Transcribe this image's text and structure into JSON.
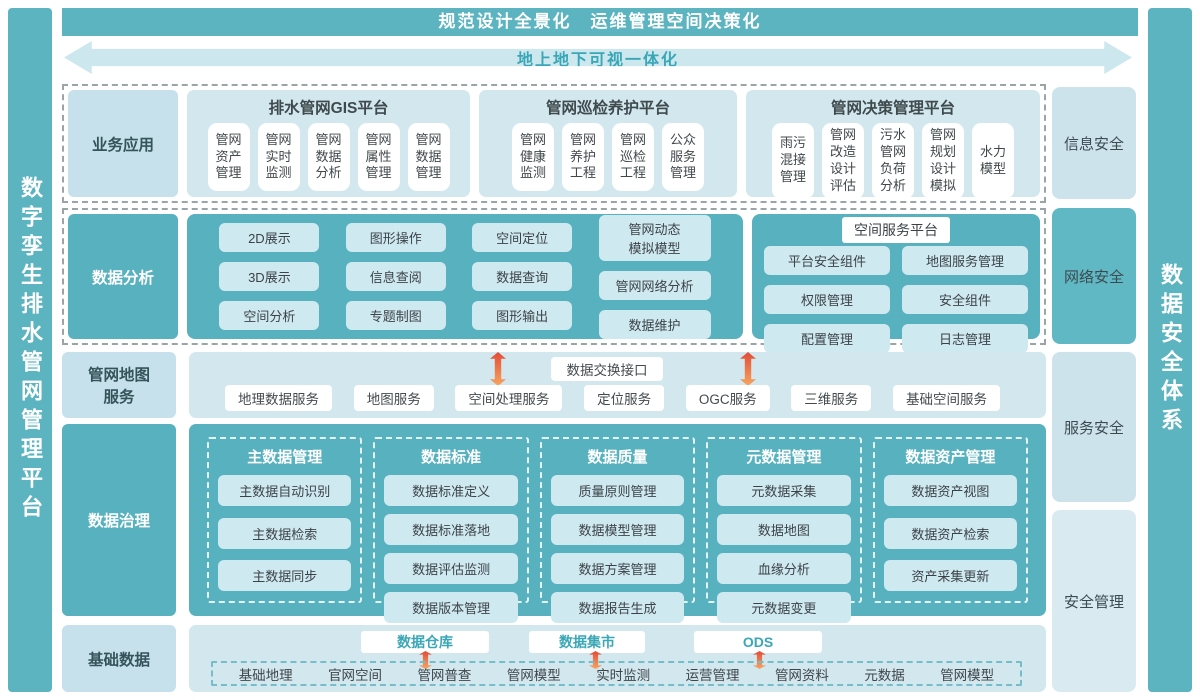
{
  "banner": {
    "title": "规范设计全景化　运维管理空间决策化",
    "arrow_label": "地上地下可视一体化"
  },
  "side_bars": {
    "left": "数字孪生排水管网管理平台",
    "right": "数据安全体系"
  },
  "security": {
    "items": [
      "信息安全",
      "网络安全",
      "服务安全",
      "安全管理"
    ]
  },
  "rows": {
    "business": {
      "label": "业务应用",
      "platforms": [
        {
          "title": "排水管网GIS平台",
          "items": [
            "管网\n资产\n管理",
            "管网\n实时\n监测",
            "管网\n数据\n分析",
            "管网\n属性\n管理",
            "管网\n数据\n管理"
          ]
        },
        {
          "title": "管网巡检养护平台",
          "items": [
            "管网\n健康\n监测",
            "管网\n养护\n工程",
            "管网\n巡检\n工程",
            "公众\n服务\n管理"
          ]
        },
        {
          "title": "管网决策管理平台",
          "items": [
            "雨污\n混接\n管理",
            "管网\n改造\n设计\n评估",
            "污水\n管网\n负荷\n分析",
            "管网\n规划\n设计\n模拟",
            "水力\n模型"
          ]
        }
      ]
    },
    "analysis": {
      "label": "数据分析",
      "columns": [
        [
          "2D展示",
          "3D展示",
          "空间分析"
        ],
        [
          "图形操作",
          "信息查阅",
          "专题制图"
        ],
        [
          "空间定位",
          "数据查询",
          "图形输出"
        ],
        [
          "管网动态\n模拟模型",
          "管网网络分析",
          "数据维护"
        ]
      ],
      "service_platform": {
        "title": "空间服务平台",
        "columns": [
          [
            "平台安全组件",
            "权限管理",
            "配置管理"
          ],
          [
            "地图服务管理",
            "安全组件",
            "日志管理"
          ]
        ]
      }
    },
    "map_services": {
      "label": "管网地图\n服务",
      "exchange_label": "数据交换接口",
      "services": [
        "地理数据服务",
        "地图服务",
        "空间处理服务",
        "定位服务",
        "OGC服务",
        "三维服务",
        "基础空间服务"
      ]
    },
    "governance": {
      "label": "数据治理",
      "columns": [
        {
          "title": "主数据管理",
          "items": [
            "主数据自动识别",
            "主数据检索",
            "主数据同步"
          ]
        },
        {
          "title": "数据标准",
          "items": [
            "数据标准定义",
            "数据标准落地",
            "数据评估监测",
            "数据版本管理"
          ]
        },
        {
          "title": "数据质量",
          "items": [
            "质量原则管理",
            "数据模型管理",
            "数据方案管理",
            "数据报告生成"
          ]
        },
        {
          "title": "元数据管理",
          "items": [
            "元数据采集",
            "数据地图",
            "血缘分析",
            "元数据变更"
          ]
        },
        {
          "title": "数据资产管理",
          "items": [
            "数据资产视图",
            "数据资产检索",
            "资产采集更新"
          ]
        }
      ]
    },
    "base_data": {
      "label": "基础数据",
      "stores": [
        "数据仓库",
        "数据集市",
        "ODS"
      ],
      "items": [
        "基础地理",
        "官网空间",
        "管网普查",
        "管网模型",
        "实时监测",
        "运营管理",
        "管网资料",
        "元数据",
        "管网模型"
      ]
    }
  }
}
